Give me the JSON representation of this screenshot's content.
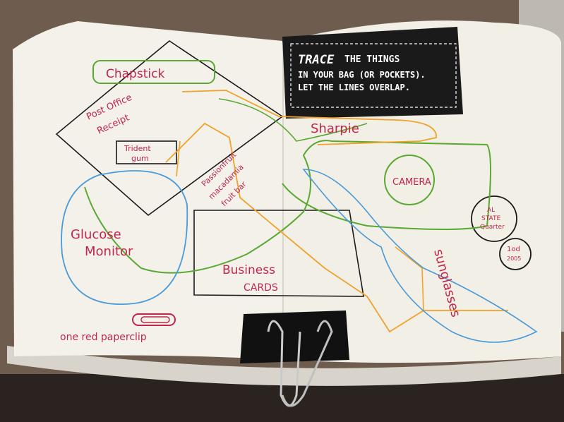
{
  "banner": {
    "line1_word": "TRACE",
    "line1_rest": "THE THINGS",
    "line2": "IN YOUR BAG (OR POCKETS).",
    "line3": "LET THE LINES OVERLAP."
  },
  "labels": {
    "chapstick": "Chapstick",
    "post_office_1": "Post Office",
    "post_office_2": "Receipt",
    "trident_1": "Trident",
    "trident_2": "gum",
    "passion_1": "Passionfruit",
    "passion_2": "macadamia",
    "passion_3": "fruit bar",
    "glucose_1": "Glucose",
    "glucose_2": "Monitor",
    "business_1": "Business",
    "business_2": "CARDS",
    "paperclip": "one red paperclip",
    "sharpie": "Sharpie",
    "camera": "CAMERA",
    "quarter_1": "AL",
    "quarter_2": "STATE",
    "quarter_3": "Quarter",
    "dime_1": "1od",
    "dime_2": "2005",
    "sunglasses": "sunglasses"
  },
  "colors": {
    "background": "#6a5a4c",
    "page": "#f4f1ea",
    "banner": "#1a1a1a",
    "ink_red": "#c0274a",
    "green": "#5aa832",
    "orange": "#f0a22a",
    "blue": "#4a9ad8",
    "black": "#1a1a1a",
    "clip": "#111111"
  }
}
